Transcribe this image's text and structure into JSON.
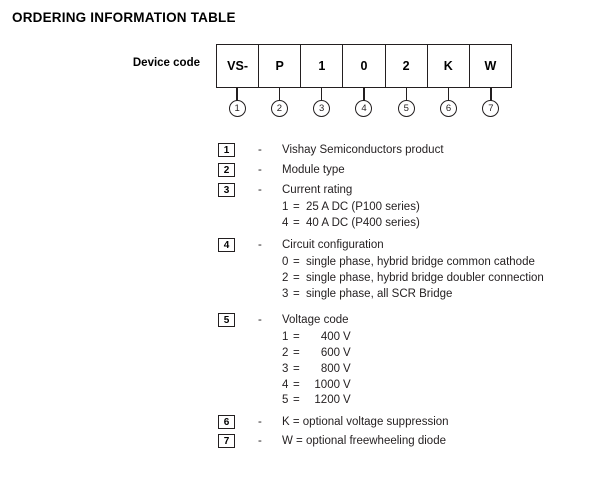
{
  "page": {
    "title": "ORDERING INFORMATION TABLE"
  },
  "device_code": {
    "label": "Device code",
    "cells": [
      "VS-",
      "P",
      "1",
      "0",
      "2",
      "K",
      "W"
    ],
    "callouts": [
      "1",
      "2",
      "3",
      "4",
      "5",
      "6",
      "7"
    ]
  },
  "legend": {
    "dash": "-",
    "items": [
      {
        "key": "1",
        "label": "Vishay Semiconductors product",
        "sub": []
      },
      {
        "key": "2",
        "label": "Module type",
        "sub": []
      },
      {
        "key": "3",
        "label": "Current rating",
        "sub": [
          {
            "code": "1",
            "eq": "=",
            "value": "25 A DC (P100 series)"
          },
          {
            "code": "4",
            "eq": "=",
            "value": "40 A DC (P400 series)"
          }
        ]
      },
      {
        "key": "4",
        "label": "Circuit configuration",
        "sub": [
          {
            "code": "0",
            "eq": "=",
            "value": "single phase, hybrid bridge common cathode"
          },
          {
            "code": "2",
            "eq": "=",
            "value": "single phase, hybrid bridge doubler connection"
          },
          {
            "code": "3",
            "eq": "=",
            "value": "single phase, all SCR Bridge"
          }
        ]
      },
      {
        "key": "5",
        "label": "Voltage code",
        "numeric_align": true,
        "sub": [
          {
            "code": "1",
            "eq": "=",
            "value": "400",
            "unit": "V"
          },
          {
            "code": "2",
            "eq": "=",
            "value": "600",
            "unit": "V"
          },
          {
            "code": "3",
            "eq": "=",
            "value": "800",
            "unit": "V"
          },
          {
            "code": "4",
            "eq": "=",
            "value": "1000",
            "unit": "V"
          },
          {
            "code": "5",
            "eq": "=",
            "value": "1200",
            "unit": "V"
          }
        ]
      },
      {
        "key": "6",
        "label": "K = optional voltage suppression",
        "sub": []
      },
      {
        "key": "7",
        "label": "W = optional freewheeling diode",
        "sub": []
      }
    ]
  },
  "layout": {
    "legend_row_tops": [
      7,
      27,
      47,
      102,
      177,
      279,
      298
    ]
  },
  "colors": {
    "ink": "#231f20",
    "rule": "#231f20",
    "background": "#ffffff"
  }
}
